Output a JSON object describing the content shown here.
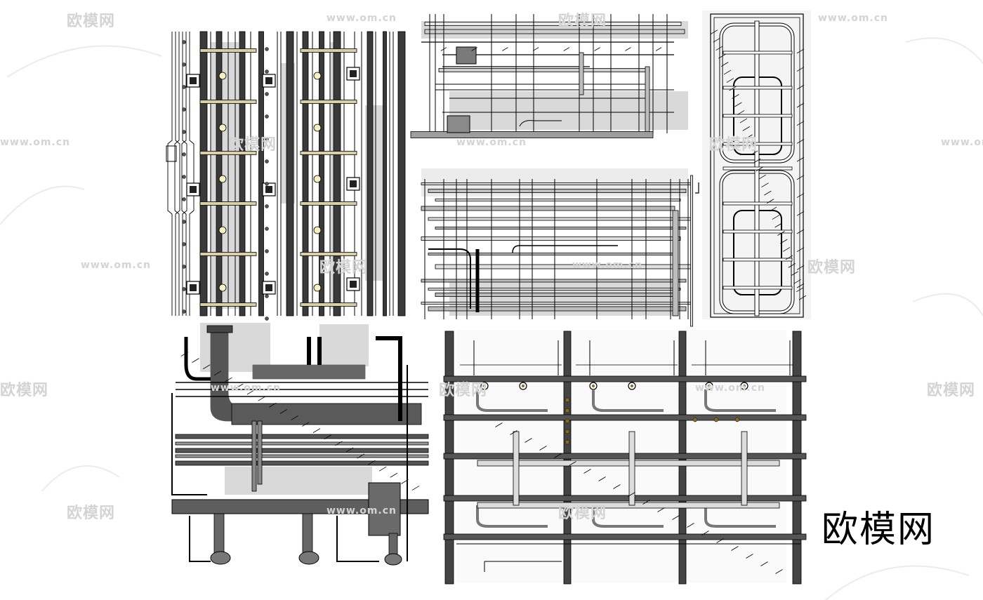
{
  "image": {
    "brand_label": "欧模网",
    "watermark_text": "欧模网",
    "watermark_url": "www.om.cn"
  },
  "panels": [
    {
      "id": "ceiling-grid-plan"
    },
    {
      "id": "pipe-rack-elevation-top"
    },
    {
      "id": "duct-loop-plan"
    },
    {
      "id": "pipe-rack-elevation-middle"
    },
    {
      "id": "duct-assembly-perspective"
    },
    {
      "id": "sprinkler-frame-elevation"
    }
  ],
  "colors": {
    "line": "#000000",
    "pipe_dark": "#3a3a3a",
    "pipe_mid": "#6e6e6e",
    "pipe_light": "#a8a8a8",
    "shadow": "#d9d9d9",
    "brass": "#8a6a2a",
    "watermark": "#d4d4d4"
  }
}
